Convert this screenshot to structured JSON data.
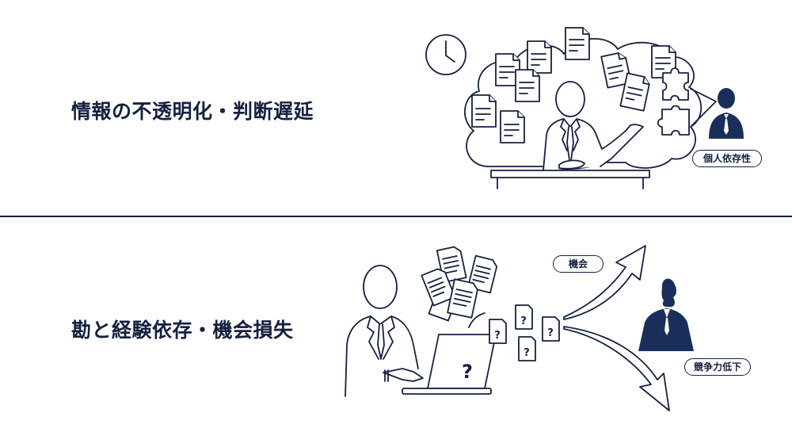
{
  "colors": {
    "ink": "#15213f",
    "background": "#ffffff",
    "silhouette": "#1a2e5a"
  },
  "top_panel": {
    "heading": "情報の不透明化・判断遅延",
    "label_person": "個人依存性",
    "icons": [
      "clock-icon",
      "thought-cloud-icon",
      "document-icon",
      "puzzle-piece-icon",
      "businessman-icon",
      "desk-icon",
      "person-silhouette-icon"
    ]
  },
  "bottom_panel": {
    "heading": "勘と経験依存・機会損失",
    "label_opportunity": "機会",
    "label_decline": "競争力低下",
    "laptop_mark": "?",
    "question_mark": "?",
    "icons": [
      "businessman-icon",
      "laptop-icon",
      "document-stack-icon",
      "question-document-icon",
      "arrow-up-icon",
      "arrow-down-icon",
      "person-silhouette-icon"
    ]
  }
}
